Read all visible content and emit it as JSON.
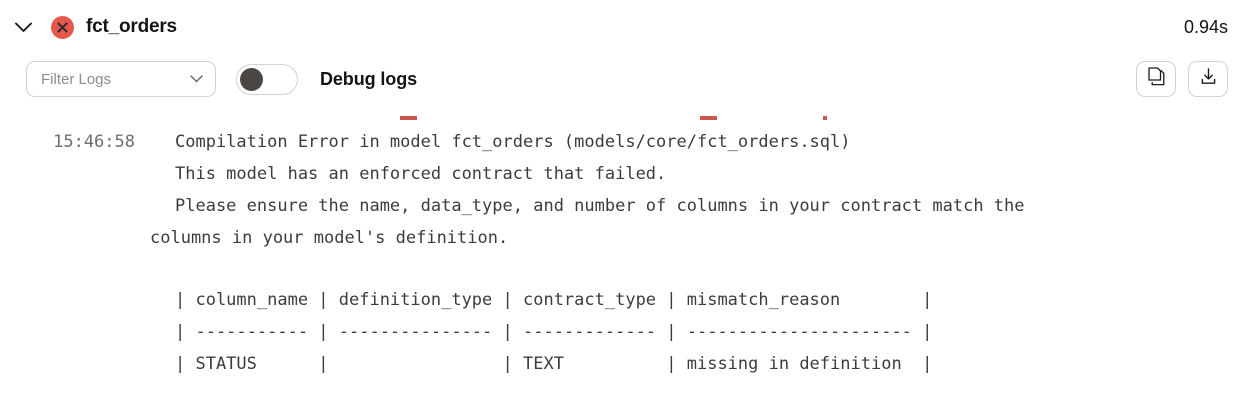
{
  "header": {
    "collapse_icon": "chevron-down-icon",
    "status_icon": "error-x-circle-icon",
    "status_color": "#e4594b",
    "title": "fct_orders",
    "duration": "0.94s"
  },
  "toolbar": {
    "filter": {
      "placeholder": "Filter Logs",
      "value": "",
      "caret_icon": "chevron-down-icon"
    },
    "debug_toggle": {
      "label": "Debug logs",
      "checked": false
    },
    "copy_button": {
      "icon": "copy-icon",
      "label": ""
    },
    "download_button": {
      "icon": "download-icon",
      "label": ""
    }
  },
  "log": {
    "clipped_row_color": "#c0392b",
    "entries": [
      {
        "timestamp": "15:46:58",
        "lines": [
          "Compilation Error in model fct_orders (models/core/fct_orders.sql)",
          "This model has an enforced contract that failed.",
          "Please ensure the name, data_type, and number of columns in your contract match the",
          "columns in your model's definition."
        ]
      }
    ],
    "table": {
      "header_row": "| column_name | definition_type | contract_type | mismatch_reason        |",
      "separator_row": "| ----------- | --------------- | ------------- | ---------------------- |",
      "data_rows": [
        "| STATUS      |                 | TEXT          | missing in definition  |"
      ]
    }
  }
}
